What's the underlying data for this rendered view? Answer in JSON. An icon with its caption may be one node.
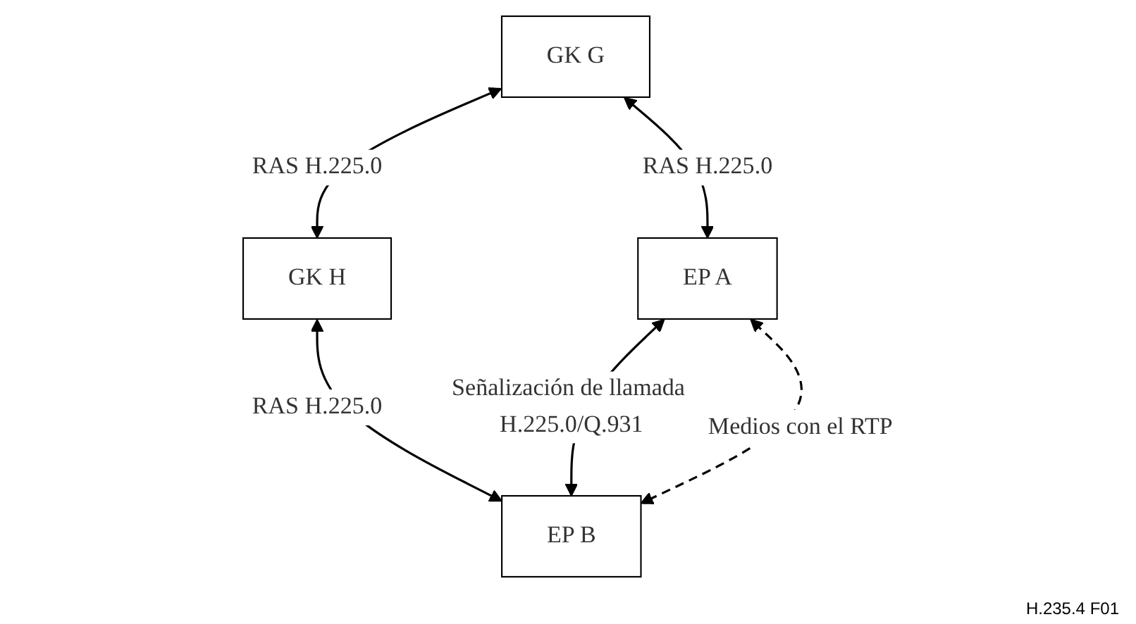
{
  "diagram": {
    "nodes": [
      {
        "text": [
          "GK G"
        ]
      },
      {
        "text": [
          "GK H"
        ]
      },
      {
        "text": [
          "EP A"
        ]
      },
      {
        "text": [
          "EP B"
        ]
      }
    ],
    "edges": [
      {
        "from": 0,
        "to": 1,
        "arrow": "both",
        "label": "RAS H.225.0"
      },
      {
        "from": 0,
        "to": 2,
        "arrow": "both",
        "label": "RAS H.225.0"
      },
      {
        "from": 1,
        "to": 3,
        "arrow": "both",
        "label": "RAS H.225.0"
      },
      {
        "from": 2,
        "to": 3,
        "arrow": "both",
        "label": "Señalización de llamada H.225.0/Q.931"
      },
      {
        "from": 2,
        "to": 3,
        "arrow": "both",
        "style": "dashed",
        "label": "Medios con el RTP"
      }
    ],
    "labels": [
      "H.235.4 F01"
    ]
  }
}
